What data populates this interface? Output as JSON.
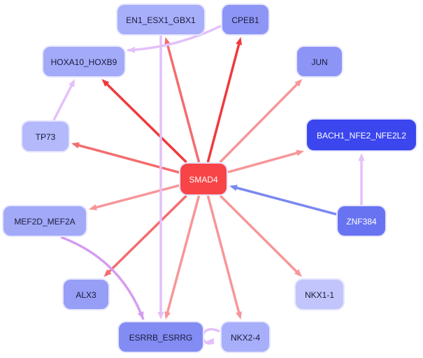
{
  "colors": {
    "hub": "#f84446",
    "edge_red_strong": "#ef3a3c",
    "edge_red_mid": "#f46c6e",
    "edge_red_light": "#f79698",
    "edge_lilac": "#e4c0fa",
    "edge_purple": "#d59cf0",
    "edge_blue": "#7a88f0",
    "node_text_dark": "#1a1a3a",
    "node_text_light": "#ffffff"
  },
  "nodes": [
    {
      "id": "SMAD4",
      "label": "SMAD4",
      "fill": "#f84446",
      "text": "light",
      "name": "node-smad4"
    },
    {
      "id": "EN1_ESX1_GBX1",
      "label": "EN1_ESX1_GBX1",
      "fill": "#a7aefa",
      "text": "dark",
      "name": "node-en1-esx1-gbx1"
    },
    {
      "id": "CPEB1",
      "label": "CPEB1",
      "fill": "#8d96f5",
      "text": "dark",
      "name": "node-cpeb1"
    },
    {
      "id": "HOXA10_HOXB9",
      "label": "HOXA10_HOXB9",
      "fill": "#a3aaf8",
      "text": "dark",
      "name": "node-hoxa10-hoxb9"
    },
    {
      "id": "JUN",
      "label": "JUN",
      "fill": "#8c95f5",
      "text": "dark",
      "name": "node-jun"
    },
    {
      "id": "TP73",
      "label": "TP73",
      "fill": "#b3b9fa",
      "text": "dark",
      "name": "node-tp73"
    },
    {
      "id": "BACH1_NFE2_NFE2L2",
      "label": "BACH1_NFE2_NFE2L2",
      "fill": "#3b46ee",
      "text": "light",
      "name": "node-bach1-nfe2-nfe2l2"
    },
    {
      "id": "MEF2D_MEF2A",
      "label": "MEF2D_MEF2A",
      "fill": "#a2a9f7",
      "text": "dark",
      "name": "node-mef2d-mef2a"
    },
    {
      "id": "ZNF384",
      "label": "ZNF384",
      "fill": "#6873f2",
      "text": "light",
      "name": "node-znf384"
    },
    {
      "id": "ALX3",
      "label": "ALX3",
      "fill": "#969ef6",
      "text": "dark",
      "name": "node-alx3"
    },
    {
      "id": "NKX1-1",
      "label": "NKX1-1",
      "fill": "#c1c5fb",
      "text": "dark",
      "name": "node-nkx1-1"
    },
    {
      "id": "ESRRB_ESRRG",
      "label": "ESRRB_ESRRG",
      "fill": "#838cf3",
      "text": "dark",
      "name": "node-esrrb-esrrg"
    },
    {
      "id": "NKX2-4",
      "label": "NKX2-4",
      "fill": "#a7aefa",
      "text": "dark",
      "name": "node-nkx2-4"
    }
  ],
  "edges": [
    {
      "from": "SMAD4",
      "to": "EN1_ESX1_GBX1",
      "color": "edge_red_mid",
      "name": "edge-smad4-en1-esx1-gbx1"
    },
    {
      "from": "SMAD4",
      "to": "CPEB1",
      "color": "edge_red_strong",
      "name": "edge-smad4-cpeb1"
    },
    {
      "from": "SMAD4",
      "to": "HOXA10_HOXB9",
      "color": "edge_red_strong",
      "name": "edge-smad4-hoxa10-hoxb9"
    },
    {
      "from": "SMAD4",
      "to": "JUN",
      "color": "edge_red_light",
      "name": "edge-smad4-jun"
    },
    {
      "from": "SMAD4",
      "to": "TP73",
      "color": "edge_red_mid",
      "name": "edge-smad4-tp73"
    },
    {
      "from": "SMAD4",
      "to": "BACH1_NFE2_NFE2L2",
      "color": "edge_red_light",
      "name": "edge-smad4-bach1-nfe2-nfe2l2"
    },
    {
      "from": "SMAD4",
      "to": "MEF2D_MEF2A",
      "color": "edge_red_light",
      "name": "edge-smad4-mef2d-mef2a"
    },
    {
      "from": "SMAD4",
      "to": "ALX3",
      "color": "edge_red_mid",
      "name": "edge-smad4-alx3"
    },
    {
      "from": "SMAD4",
      "to": "ESRRB_ESRRG",
      "color": "edge_red_light",
      "name": "edge-smad4-esrrb-esrrg"
    },
    {
      "from": "SMAD4",
      "to": "NKX2-4",
      "color": "edge_red_light",
      "name": "edge-smad4-nkx2-4"
    },
    {
      "from": "SMAD4",
      "to": "NKX1-1",
      "color": "edge_red_light",
      "name": "edge-smad4-nkx1-1"
    },
    {
      "from": "ZNF384",
      "to": "SMAD4",
      "color": "edge_blue",
      "name": "edge-znf384-smad4"
    },
    {
      "from": "ZNF384",
      "to": "BACH1_NFE2_NFE2L2",
      "color": "edge_lilac",
      "name": "edge-znf384-bach1-nfe2-nfe2l2"
    },
    {
      "from": "CPEB1",
      "to": "HOXA10_HOXB9",
      "color": "edge_lilac",
      "name": "edge-cpeb1-hoxa10-hoxb9",
      "curve": true
    },
    {
      "from": "TP73",
      "to": "HOXA10_HOXB9",
      "color": "edge_lilac",
      "name": "edge-tp73-hoxa10-hoxb9"
    },
    {
      "from": "EN1_ESX1_GBX1",
      "to": "ESRRB_ESRRG",
      "color": "edge_lilac",
      "name": "edge-en1-esx1-gbx1-esrrb-esrrg"
    },
    {
      "from": "MEF2D_MEF2A",
      "to": "ESRRB_ESRRG",
      "color": "edge_purple",
      "name": "edge-mef2d-mef2a-esrrb-esrrg",
      "curve": true
    },
    {
      "from": "NKX2-4",
      "to": "ESRRB_ESRRG",
      "color": "edge_lilac",
      "name": "edge-nkx2-4-esrrb-esrrg",
      "loop": true
    }
  ]
}
